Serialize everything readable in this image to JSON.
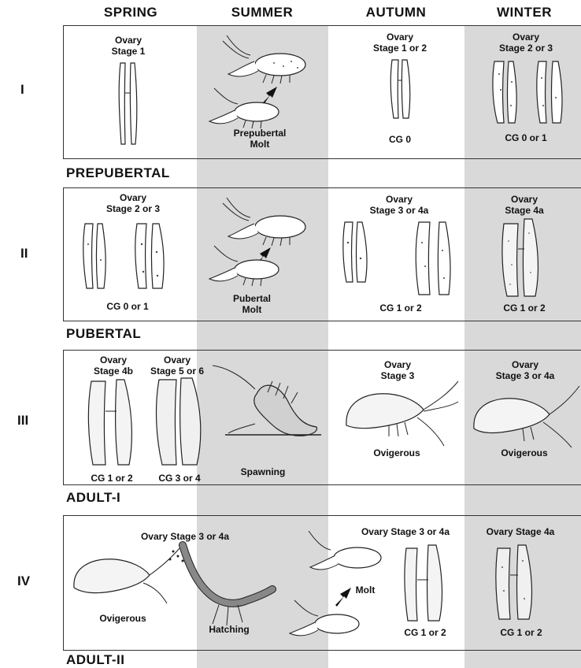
{
  "seasons": [
    "SPRING",
    "SUMMER",
    "AUTUMN",
    "WINTER"
  ],
  "rows": [
    {
      "numeral": "I",
      "stage": "PREPUBERTAL",
      "spring": {
        "ovary1": "Ovary",
        "ovary2": "Stage 1"
      },
      "summer": {
        "event1": "Prepubertal",
        "event2": "Molt"
      },
      "autumn": {
        "ovary1": "Ovary",
        "ovary2": "Stage 1 or 2",
        "cg": "CG 0"
      },
      "winter": {
        "ovary1": "Ovary",
        "ovary2": "Stage 2 or 3",
        "cg": "CG 0 or 1"
      }
    },
    {
      "numeral": "II",
      "stage": "PUBERTAL",
      "spring": {
        "ovary1": "Ovary",
        "ovary2": "Stage 2 or 3",
        "cg": "CG 0 or 1"
      },
      "summer": {
        "event1": "Pubertal",
        "event2": "Molt"
      },
      "autumn": {
        "ovary1": "Ovary",
        "ovary2": "Stage 3 or 4a",
        "cg": "CG 1 or 2"
      },
      "winter": {
        "ovary1": "Ovary",
        "ovary2": "Stage 4a",
        "cg": "CG 1 or 2"
      }
    },
    {
      "numeral": "III",
      "stage": "ADULT-I",
      "spring": {
        "ovary_a1": "Ovary",
        "ovary_a2": "Stage 4b",
        "ovary_b1": "Ovary",
        "ovary_b2": "Stage 5 or 6",
        "cg_a": "CG  1 or 2",
        "cg_b": "CG 3 or 4"
      },
      "summer": {
        "event1": "Spawning"
      },
      "autumn": {
        "ovary1": "Ovary",
        "ovary2": "Stage 3",
        "state": "Ovigerous"
      },
      "winter": {
        "ovary1": "Ovary",
        "ovary2": "Stage 3 or 4a",
        "state": "Ovigerous"
      }
    },
    {
      "numeral": "IV",
      "stage": "ADULT-II",
      "spring": {
        "state": "Ovigerous",
        "ovary": "Ovary Stage 3 or 4a"
      },
      "summer": {
        "event1": "Hatching"
      },
      "autumn": {
        "ovary": "Ovary Stage 3 or 4a",
        "molt": "Molt",
        "cg": "CG 1 or 2"
      },
      "winter": {
        "ovary": "Ovary Stage 4a",
        "cg": "CG 1 or 2"
      }
    }
  ]
}
